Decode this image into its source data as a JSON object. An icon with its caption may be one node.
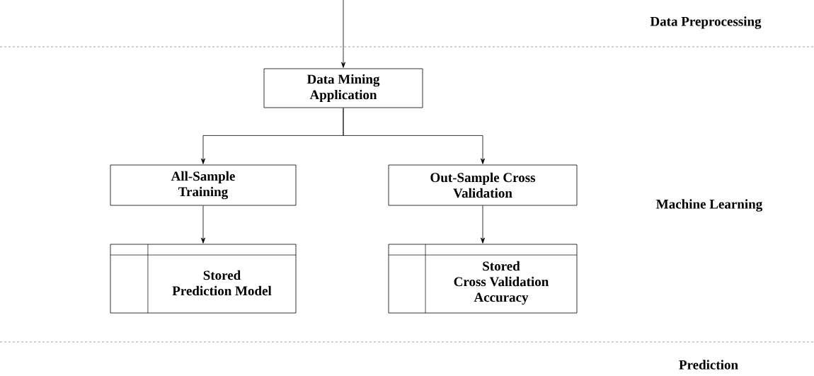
{
  "diagram": {
    "nodes": [
      {
        "text": [
          "Data Mining Application"
        ]
      },
      {
        "text": [
          "All-Sample Training"
        ]
      },
      {
        "text": [
          "Out-Sample Cross Validation"
        ]
      },
      {
        "text": [
          "Stored",
          "Prediction Model"
        ]
      },
      {
        "text": [
          "Stored",
          "Cross Validation Accuracy"
        ]
      }
    ],
    "edges": [
      {
        "from": null,
        "to": 0,
        "arrow": "to"
      },
      {
        "from": 0,
        "to": 1,
        "arrow": "to"
      },
      {
        "from": 0,
        "to": 2,
        "arrow": "to"
      },
      {
        "from": 1,
        "to": 3,
        "arrow": "to"
      },
      {
        "from": 2,
        "to": 4,
        "arrow": "to"
      }
    ],
    "labels": [
      "Data Preprocessing",
      "Machine Learning",
      "Prediction"
    ]
  }
}
